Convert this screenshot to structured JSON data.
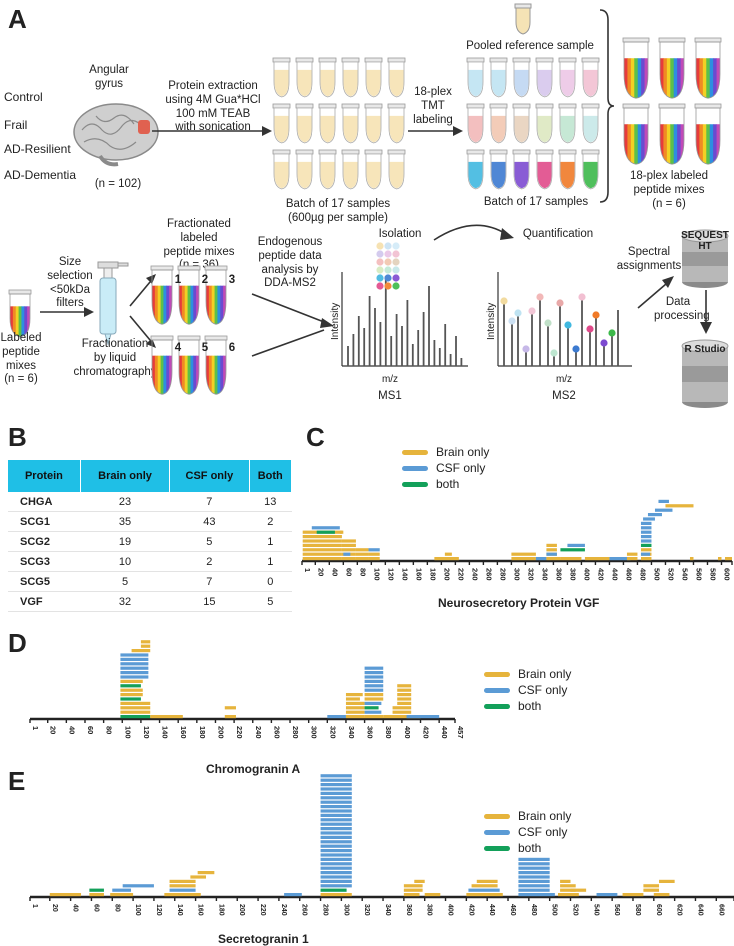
{
  "panels": {
    "a": "A",
    "b": "B",
    "c": "C",
    "d": "D",
    "e": "E"
  },
  "panel_a": {
    "groups": [
      "Control",
      "Frail",
      "AD-Resilient",
      "AD-Dementia"
    ],
    "brain_label": "Angular\ngyrus",
    "n_label": "(n = 102)",
    "extraction_text": "Protein extraction\nusing 4M Gua*HCl\n100 mM TEAB\nwith sonication",
    "batch1": "Batch of 17 samples\n(600µg per sample)",
    "tmt": "18-plex\nTMT\nlabeling",
    "pooled": "Pooled reference sample",
    "batch2": "Batch of 17 samples",
    "mixes": "18-plex labeled\npeptide mixes\n(n = 6)",
    "labeled": "Labeled\npeptide\nmixes\n(n = 6)",
    "size_sel": "Size\nselection\n<50kDa\nfilters",
    "fractionation": "Fractionation\nby liquid\nchromatography",
    "fractionated": "Fractionated\nlabeled\npeptide mixes\n(n = 36)",
    "endogenous": "Endogenous\npeptide data\nanalysis by\nDDA-MS2",
    "isolation": "Isolation",
    "quantification": "Quantification",
    "spectral": "Spectral\nassignments",
    "data_processing": "Data\nprocessing",
    "sequest": "SEQUEST\nHT",
    "rstudio": "R Studio",
    "intensity": "Intensity",
    "mz": "m/z",
    "ms1": "MS1",
    "ms2": "MS2",
    "tube_numbers": [
      "1",
      "2",
      "3",
      "4",
      "5",
      "6"
    ]
  },
  "table": {
    "headers": [
      "Protein",
      "Brain only",
      "CSF only",
      "Both"
    ],
    "rows": [
      [
        "CHGA",
        "23",
        "7",
        "13"
      ],
      [
        "SCG1",
        "35",
        "43",
        "2"
      ],
      [
        "SCG2",
        "19",
        "5",
        "1"
      ],
      [
        "SCG3",
        "10",
        "2",
        "1"
      ],
      [
        "SCG5",
        "5",
        "7",
        "0"
      ],
      [
        "VGF",
        "32",
        "15",
        "5"
      ]
    ]
  },
  "legend": {
    "brain": "Brain only",
    "csf": "CSF only",
    "both": "both"
  },
  "colors": {
    "brain": "#e6b43c",
    "csf": "#5b9bd5",
    "both": "#13a05a",
    "header": "#1fbfe6"
  },
  "chart_data": [
    {
      "type": "bar",
      "xlabel": "Neurosecretory Protein VGF",
      "ticks": [
        "1",
        "20",
        "40",
        "60",
        "80",
        "100",
        "120",
        "140",
        "160",
        "180",
        "200",
        "220",
        "240",
        "260",
        "280",
        "300",
        "320",
        "340",
        "360",
        "380",
        "400",
        "420",
        "440",
        "460",
        "480",
        "500",
        "520",
        "540",
        "560",
        "580",
        "600",
        "615"
      ]
    },
    {
      "type": "bar",
      "xlabel": "Chromogranin A",
      "ticks": [
        "1",
        "20",
        "40",
        "60",
        "80",
        "100",
        "120",
        "140",
        "160",
        "180",
        "200",
        "220",
        "240",
        "260",
        "280",
        "300",
        "320",
        "340",
        "360",
        "380",
        "400",
        "420",
        "440",
        "457"
      ]
    },
    {
      "type": "bar",
      "xlabel": "Secretogranin 1",
      "ticks": [
        "1",
        "20",
        "40",
        "60",
        "80",
        "100",
        "120",
        "140",
        "160",
        "180",
        "200",
        "220",
        "240",
        "260",
        "280",
        "300",
        "320",
        "340",
        "360",
        "380",
        "400",
        "420",
        "440",
        "460",
        "480",
        "500",
        "520",
        "540",
        "560",
        "580",
        "600",
        "620",
        "640",
        "660",
        "677"
      ]
    }
  ]
}
